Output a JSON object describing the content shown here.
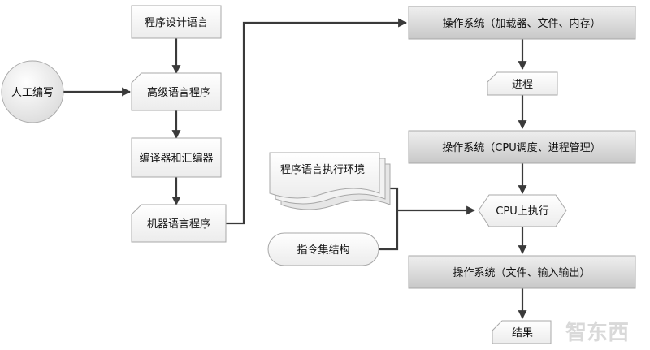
{
  "nodes": {
    "programming_language": "程序设计语言",
    "high_level_program": "高级语言程序",
    "manual_writing": "人工编写",
    "compiler_assembler": "编译器和汇编器",
    "machine_language_program": "机器语言程序",
    "runtime_environment": "程序语言执行环境",
    "instruction_set": "指令集结构",
    "os_loader_files_memory": "操作系统（加载器、文件、内存）",
    "process": "进程",
    "os_cpu_scheduling": "操作系统（CPU调度、进程管理）",
    "cpu_execution": "CPU上执行",
    "os_files_io": "操作系统（文件、输入输出）",
    "result": "结果"
  },
  "watermark": "智东西",
  "colors": {
    "white_box": "#ffffff",
    "gray_box_top": "#efefef",
    "gray_box_bottom": "#c8c8c8",
    "edge": "#3a3a3a",
    "border": "#a8a8a8"
  }
}
